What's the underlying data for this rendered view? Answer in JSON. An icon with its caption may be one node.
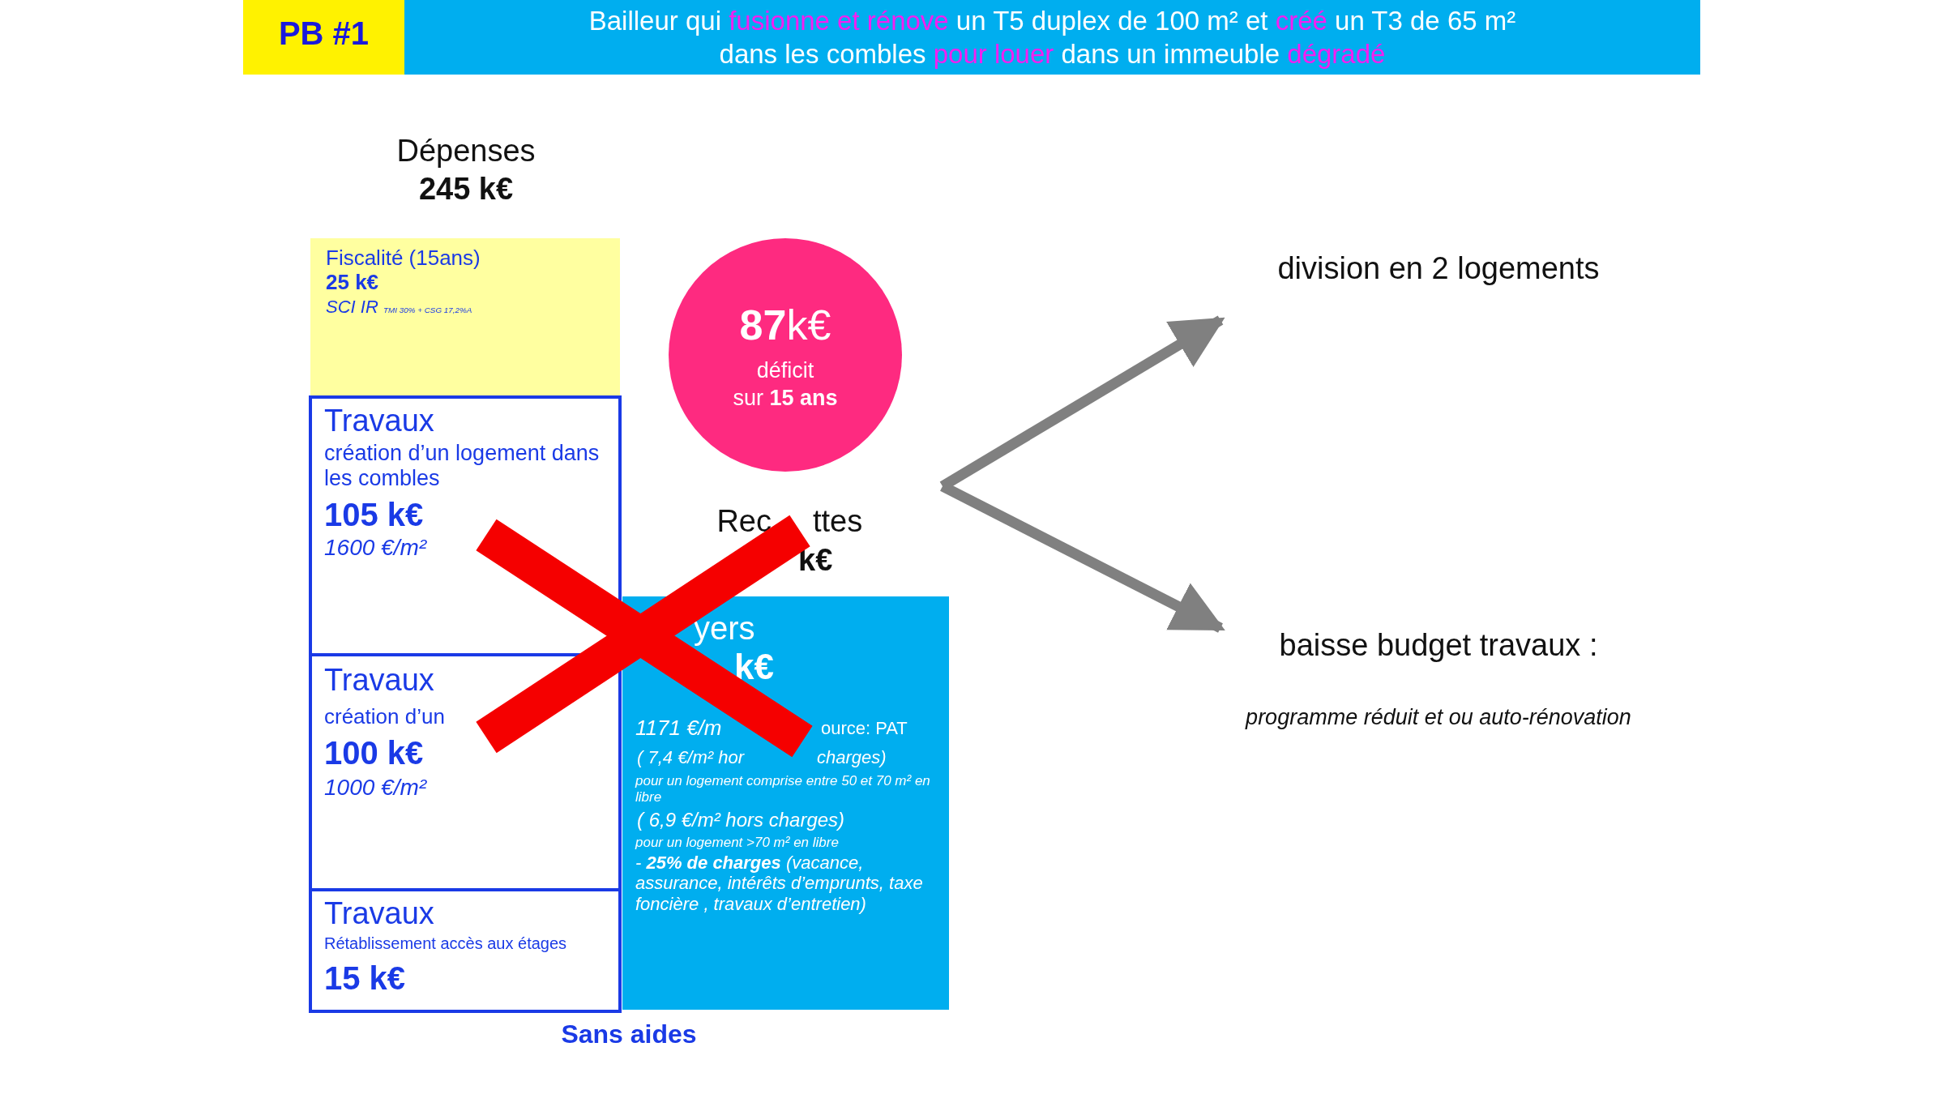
{
  "diagram": {
    "title": "Bailleur qui **fusionne et rénove** un T5 duplex de 100 m² et **créé** un T3 de 65 m² dans les combles **pour louer** dans un immeuble **dégradé**",
    "nodes": [
      {
        "text": [
          "PB #1"
        ]
      },
      {
        "text": [
          "Fiscalité (15ans)",
          "25 k€",
          "SCI IR $_{TMI 30% + CSG 17,2%A}$"
        ]
      },
      {
        "text": [
          "Travaux",
          "création d’un logement dans les combles",
          "105 k€",
          "1600 €/m²"
        ]
      },
      {
        "text": [
          "Travaux",
          "création d’un",
          "100 k€",
          "1000 €/m²"
        ]
      },
      {
        "text": [
          "Travaux",
          "Rétablissement accès aux étages",
          "15 k€"
        ]
      },
      {
        "text": [
          "**87**k€",
          "déficit",
          "sur **15 ans**"
        ]
      },
      {
        "text": [
          "yers",
          "k€",
          "1171 €/m",
          "ource: PAT",
          "( 7,4 €/m² hor",
          "charges)",
          "pour un logement comprise entre 50 et 70 m² en libre",
          "( 6,9 €/m² hors charges)",
          "pour un logement >70 m² en libre",
          "- **25% de charges** (vacance, assurance, intérêts d’emprunts, taxe foncière , travaux d’entretien)"
        ]
      },
      {
        "text": [
          "division en 2 logements"
        ]
      },
      {
        "text": [
          "baisse budget travaux :",
          "programme réduit et ou auto-rénovation"
        ]
      }
    ],
    "edges": [
      {
        "from": null,
        "to": 7,
        "arrow": "to"
      },
      {
        "from": null,
        "to": 8,
        "arrow": "to"
      }
    ],
    "labels": [
      "Dépenses",
      "245 k€",
      "Rec",
      "ttes",
      "k€",
      "Sans aides"
    ]
  }
}
